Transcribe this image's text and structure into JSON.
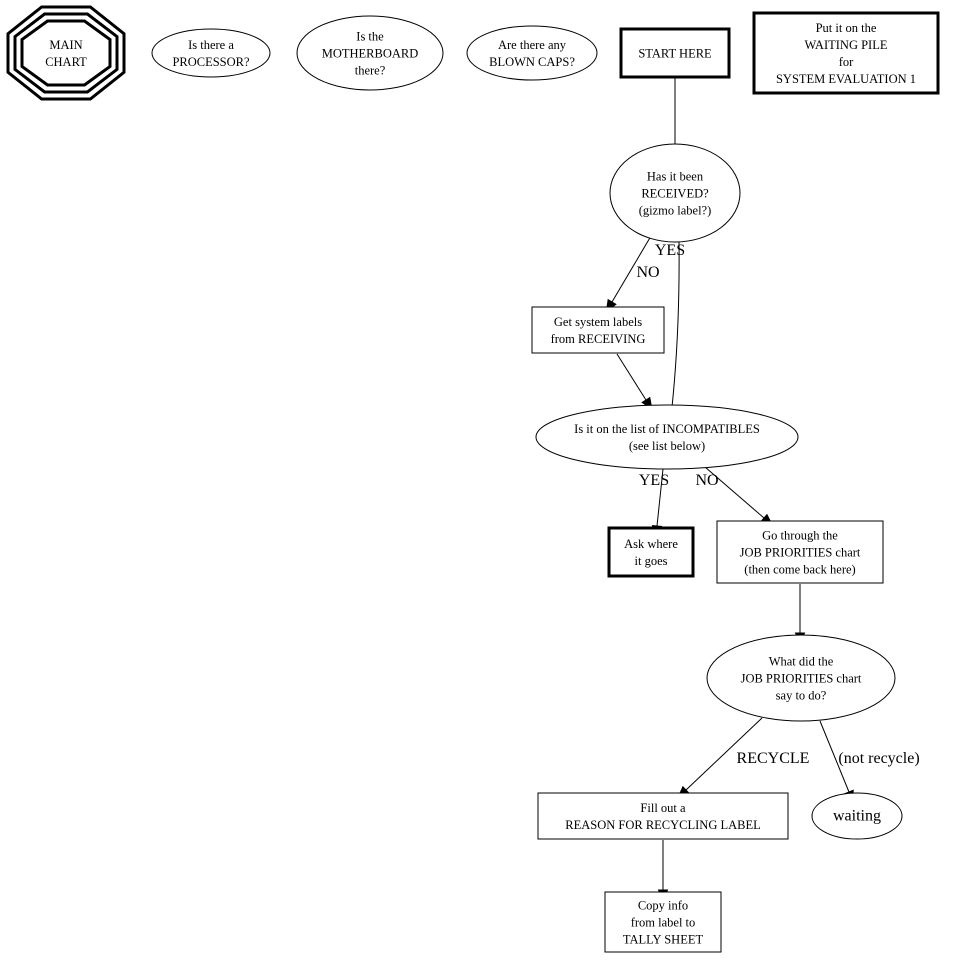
{
  "title": "Main Chart flowchart",
  "nodes": [
    {
      "id": "main_chart",
      "shape": "tripleoctagon",
      "lines": [
        "MAIN",
        "CHART"
      ],
      "clickable": true
    },
    {
      "id": "processor",
      "shape": "ellipse",
      "lines": [
        "Is there a",
        "PROCESSOR?"
      ],
      "clickable": true
    },
    {
      "id": "motherboard",
      "shape": "ellipse",
      "lines": [
        "Is the",
        "MOTHERBOARD",
        "there?"
      ],
      "clickable": true
    },
    {
      "id": "blown_caps",
      "shape": "ellipse",
      "lines": [
        "Are there any",
        "BLOWN CAPS?"
      ],
      "clickable": true
    },
    {
      "id": "start_here",
      "shape": "boldbox",
      "lines": [
        "START HERE"
      ],
      "clickable": false
    },
    {
      "id": "waiting_pile",
      "shape": "boldbox",
      "lines": [
        "Put it on the",
        "WAITING PILE",
        "for",
        "SYSTEM EVALUATION 1"
      ],
      "clickable": false
    },
    {
      "id": "received",
      "shape": "ellipse",
      "lines": [
        "Has it been",
        "RECEIVED?",
        "(gizmo label?)"
      ],
      "clickable": false
    },
    {
      "id": "get_labels",
      "shape": "box",
      "lines": [
        "Get system labels",
        "from RECEIVING"
      ],
      "clickable": false
    },
    {
      "id": "incompatibles",
      "shape": "ellipse",
      "lines": [
        "Is it on the list of INCOMPATIBLES",
        "(see list below)"
      ],
      "clickable": false
    },
    {
      "id": "ask_where",
      "shape": "boldbox",
      "lines": [
        "Ask where",
        "it goes"
      ],
      "clickable": false
    },
    {
      "id": "job_priorities",
      "shape": "box",
      "lines": [
        "Go through the",
        "JOB PRIORITIES chart",
        "(then come back here)"
      ],
      "clickable": true
    },
    {
      "id": "what_did",
      "shape": "ellipse",
      "lines": [
        "What did the",
        "JOB PRIORITIES chart",
        "say to do?"
      ],
      "clickable": false
    },
    {
      "id": "fill_out",
      "shape": "box",
      "lines": [
        "Fill out a",
        "REASON FOR RECYCLING LABEL"
      ],
      "clickable": false
    },
    {
      "id": "waiting",
      "shape": "ellipse",
      "lines": [
        "waiting"
      ],
      "big": true,
      "clickable": true
    },
    {
      "id": "copy_info",
      "shape": "box",
      "lines": [
        "Copy info",
        "from label to",
        "TALLY SHEET"
      ],
      "clickable": false
    }
  ],
  "edges": [
    {
      "from": "start_here",
      "to": "received",
      "label": ""
    },
    {
      "from": "received",
      "to": "get_labels",
      "label": "NO"
    },
    {
      "from": "received",
      "to": "incompatibles",
      "label": "YES"
    },
    {
      "from": "get_labels",
      "to": "incompatibles",
      "label": ""
    },
    {
      "from": "incompatibles",
      "to": "ask_where",
      "label": "YES"
    },
    {
      "from": "incompatibles",
      "to": "job_priorities",
      "label": "NO"
    },
    {
      "from": "job_priorities",
      "to": "what_did",
      "label": ""
    },
    {
      "from": "what_did",
      "to": "fill_out",
      "label": "RECYCLE"
    },
    {
      "from": "what_did",
      "to": "waiting",
      "label": "(not recycle)"
    },
    {
      "from": "fill_out",
      "to": "copy_info",
      "label": ""
    }
  ]
}
